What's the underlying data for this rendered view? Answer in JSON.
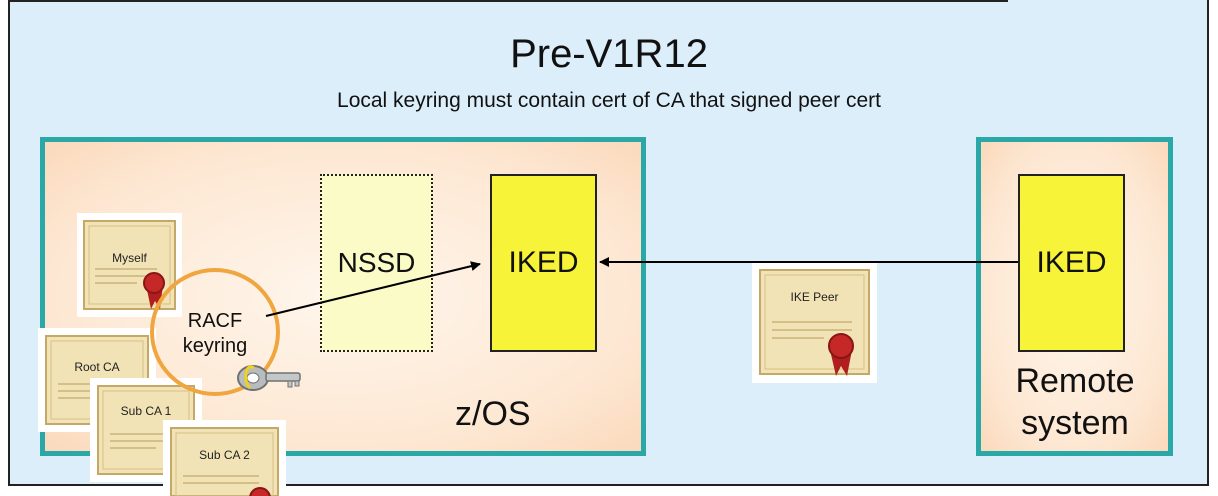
{
  "title": "Pre-V1R12",
  "subtitle": "Local keyring must contain cert of CA that signed peer cert",
  "zos": {
    "label": "z/OS",
    "nssd_label": "NSSD",
    "iked_label": "IKED",
    "keyring_line1": "RACF",
    "keyring_line2": "keyring",
    "certs": {
      "myself": "Myself",
      "root_ca": "Root CA",
      "sub_ca_1": "Sub CA 1",
      "sub_ca_2": "Sub CA 2"
    }
  },
  "peer_cert": "IKE Peer",
  "remote": {
    "iked_label": "IKED",
    "label_line1": "Remote",
    "label_line2": "system"
  },
  "colors": {
    "background": "#ddeefb",
    "box_border": "#2aa8a8",
    "iked_fill": "#f7f339",
    "nssd_fill": "#fbfbc8",
    "keyring_ring": "#f0a640"
  }
}
